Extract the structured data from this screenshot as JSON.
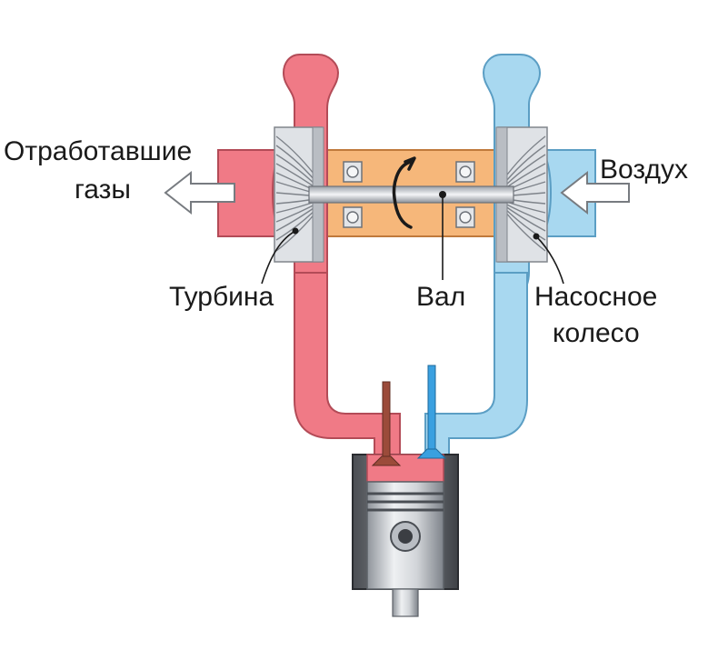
{
  "labels": {
    "exhaust_line1": "Отработавшие",
    "exhaust_line2": "газы",
    "air": "Воздух",
    "turbine": "Турбина",
    "shaft": "Вал",
    "compressor_line1": "Насосное",
    "compressor_line2": "колесо"
  },
  "colors": {
    "hot_gas": "#f07a86",
    "cold_air": "#a8d8f0",
    "bearing_housing": "#f6b77a",
    "valve_exhaust": "#9b4b3a",
    "valve_intake": "#3aa0e0",
    "metal": "#c9ccd1"
  },
  "icons": [
    "exhaust-arrow-icon",
    "intake-arrow-icon",
    "rotation-arrow-icon"
  ]
}
